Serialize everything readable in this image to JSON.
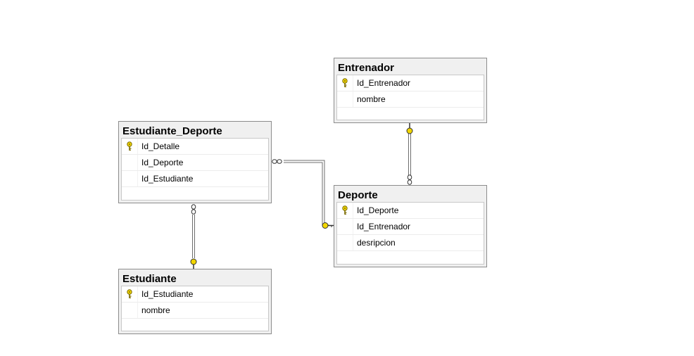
{
  "tables": {
    "entrenador": {
      "title": "Entrenador",
      "columns": [
        {
          "name": "Id_Entrenador",
          "key": true
        },
        {
          "name": "nombre",
          "key": false
        }
      ]
    },
    "estudiante_deporte": {
      "title": "Estudiante_Deporte",
      "columns": [
        {
          "name": "Id_Detalle",
          "key": true
        },
        {
          "name": "Id_Deporte",
          "key": false
        },
        {
          "name": "Id_Estudiante",
          "key": false
        }
      ]
    },
    "deporte": {
      "title": "Deporte",
      "columns": [
        {
          "name": "Id_Deporte",
          "key": true
        },
        {
          "name": "Id_Entrenador",
          "key": false
        },
        {
          "name": "desripcion",
          "key": false
        }
      ]
    },
    "estudiante": {
      "title": "Estudiante",
      "columns": [
        {
          "name": "Id_Estudiante",
          "key": true
        },
        {
          "name": "nombre",
          "key": false
        }
      ]
    }
  },
  "relationships": [
    {
      "from": "estudiante_deporte",
      "to": "deporte",
      "many_end": "estudiante_deporte",
      "one_end": "deporte"
    },
    {
      "from": "entrenador",
      "to": "deporte",
      "many_end": "deporte",
      "one_end": "entrenador"
    },
    {
      "from": "estudiante_deporte",
      "to": "estudiante",
      "many_end": "estudiante_deporte",
      "one_end": "estudiante"
    }
  ],
  "colors": {
    "key_icon": "#f2d600",
    "connector": "#6e6e6e",
    "header_bg": "#f0f0f0",
    "border": "#8c8c8c"
  }
}
